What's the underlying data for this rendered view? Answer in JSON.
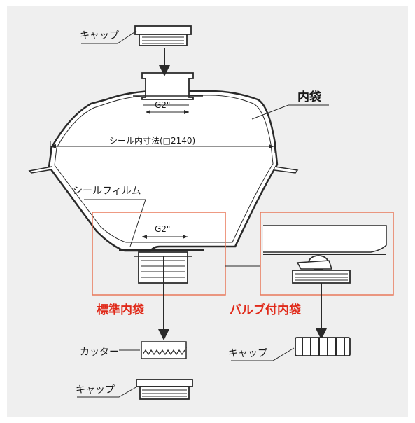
{
  "labels": {
    "cap_top": "キャップ",
    "inner_bag": "内袋",
    "g2_top": "G2\"",
    "seal_dim": "シール内寸法(□2140)",
    "seal_film": "シールフィルム",
    "g2_bottom": "G2\"",
    "standard_bag": "標準内袋",
    "valve_bag": "バルブ付内袋",
    "cutter": "カッター",
    "cap_valve": "キャップ",
    "cap_bottom": "キャップ"
  },
  "colors": {
    "background": "#efefef",
    "line": "#2a2a2a",
    "bag_fill": "#ffffff",
    "highlight_box": "#e8785a",
    "accent_text": "#e02a1a"
  }
}
